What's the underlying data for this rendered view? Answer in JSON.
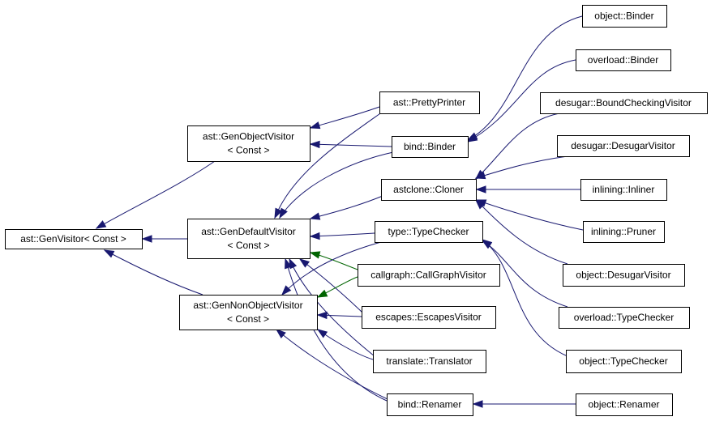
{
  "colors": {
    "edge_inheritance": "#191970",
    "edge_template": "#006400",
    "node_border": "#000000",
    "node_fill": "#ffffff",
    "text": "#000000"
  },
  "nodes": {
    "gen_visitor": [
      "ast::GenVisitor< Const >"
    ],
    "gen_object_visitor": [
      "ast::GenObjectVisitor",
      "< Const >"
    ],
    "gen_default_visitor": [
      "ast::GenDefaultVisitor",
      "< Const >"
    ],
    "gen_non_object_visitor": [
      "ast::GenNonObjectVisitor",
      "< Const >"
    ],
    "pretty_printer": [
      "ast::PrettyPrinter"
    ],
    "bind_binder": [
      "bind::Binder"
    ],
    "astclone_cloner": [
      "astclone::Cloner"
    ],
    "type_type_checker": [
      "type::TypeChecker"
    ],
    "call_graph_visitor": [
      "callgraph::CallGraphVisitor"
    ],
    "escapes_visitor": [
      "escapes::EscapesVisitor"
    ],
    "translate_translator": [
      "translate::Translator"
    ],
    "bind_renamer": [
      "bind::Renamer"
    ],
    "object_binder": [
      "object::Binder"
    ],
    "overload_binder": [
      "overload::Binder"
    ],
    "desugar_bound_checking_visitor": [
      "desugar::BoundCheckingVisitor"
    ],
    "desugar_desugar_visitor": [
      "desugar::DesugarVisitor"
    ],
    "inlining_inliner": [
      "inlining::Inliner"
    ],
    "inlining_pruner": [
      "inlining::Pruner"
    ],
    "object_desugar_visitor": [
      "object::DesugarVisitor"
    ],
    "overload_type_checker": [
      "overload::TypeChecker"
    ],
    "object_type_checker": [
      "object::TypeChecker"
    ],
    "object_renamer": [
      "object::Renamer"
    ]
  }
}
